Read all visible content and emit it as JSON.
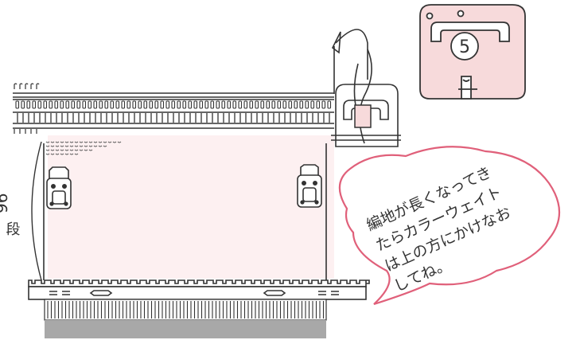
{
  "diagram": {
    "row_count": "96",
    "row_unit": "段",
    "weight_number": "5",
    "speech_lines": [
      "編地が長くなってき",
      "たらカラーウェイト",
      "は上の方にかけなお",
      "してね。"
    ]
  },
  "colors": {
    "line": "#333333",
    "pink_fill": "#f7dadb",
    "speech_border": "#e0607a",
    "knit_gray": "#a8a8a8"
  }
}
